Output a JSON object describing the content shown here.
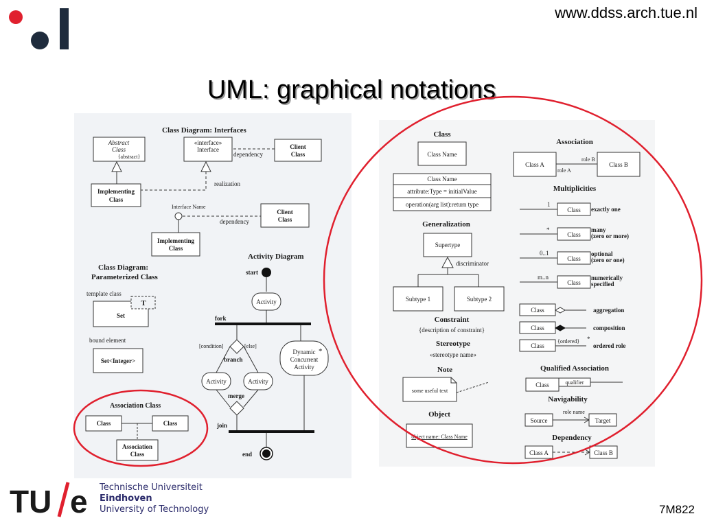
{
  "header": {
    "url": "www.ddss.arch.tue.nl",
    "title": "UML: graphical notations"
  },
  "footer": {
    "code": "7M822",
    "univ_line1": "Technische Universiteit",
    "univ_line2": "Eindhoven",
    "univ_line3": "University of Technology",
    "logo_text": "TU/e"
  },
  "colors": {
    "accent_red": "#e0202e",
    "logo_navy": "#1c2a58",
    "dark": "#1e2b3c"
  },
  "left_panel": {
    "interfaces_title": "Class Diagram: Interfaces",
    "abstract_class_1": "Abstract",
    "abstract_class_2": "Class",
    "abstract_tag": "{abstract}",
    "interface_stereo": "«interface»",
    "interface_name": "Interface",
    "client_class_1": "Client",
    "client_class_2": "Class",
    "dependency": "dependency",
    "realization": "realization",
    "implementing_1": "Implementing",
    "implementing_2": "Class",
    "interface_name_label": "Interface Name",
    "param_title_1": "Class Diagram:",
    "param_title_2": "Parameterized Class",
    "template_class": "template class",
    "template_T": "T",
    "set": "Set",
    "bound_element": "bound element",
    "set_integer": "Set<Integer>",
    "assoc_class_title": "Association Class",
    "class_label": "Class",
    "association_class_1": "Association",
    "association_class_2": "Class",
    "activity_title": "Activity Diagram",
    "start": "start",
    "activity": "Activity",
    "fork": "fork",
    "condition": "[condition]",
    "else": "[else]",
    "branch": "branch",
    "dynamic_1": "Dynamic",
    "dynamic_2": "Concurrent",
    "dynamic_3": "Activity",
    "star": "*",
    "merge": "merge",
    "join": "join",
    "end": "end"
  },
  "right_panel": {
    "class_title": "Class",
    "class_name": "Class Name",
    "attribute": "attribute:Type = initialValue",
    "operation": "operation(arg list):return type",
    "generalization": "Generalization",
    "supertype": "Supertype",
    "discriminator": "discriminator",
    "subtype1": "Subtype 1",
    "subtype2": "Subtype 2",
    "constraint": "Constraint",
    "constraint_desc": "{description of constraint}",
    "stereotype": "Stereotype",
    "stereotype_name": "«stereotype name»",
    "note": "Note",
    "note_text": "some useful text",
    "object": "Object",
    "object_name": "object name: Class Name",
    "association": "Association",
    "class_a": "Class A",
    "class_b": "Class B",
    "role_a": "role A",
    "role_b": "role B",
    "multiplicities": "Multiplicities",
    "class_label": "Class",
    "m_one": "1",
    "exactly_one": "exactly one",
    "m_many": "*",
    "many_1": "many",
    "many_2": "(zero or more)",
    "m_optional": "0..1",
    "optional_1": "optional",
    "optional_2": "(zero or one)",
    "m_num": "m..n",
    "numerically_1": "numerically",
    "numerically_2": "specified",
    "aggregation": "aggregation",
    "composition": "composition",
    "ordered": "{ordered}",
    "ordered_role": "ordered role",
    "star": "*",
    "qualified_association": "Qualified Association",
    "qualifier": "qualifier",
    "navigability": "Navigability",
    "role_name": "role name",
    "source": "Source",
    "target": "Target",
    "dependency": "Dependency"
  }
}
